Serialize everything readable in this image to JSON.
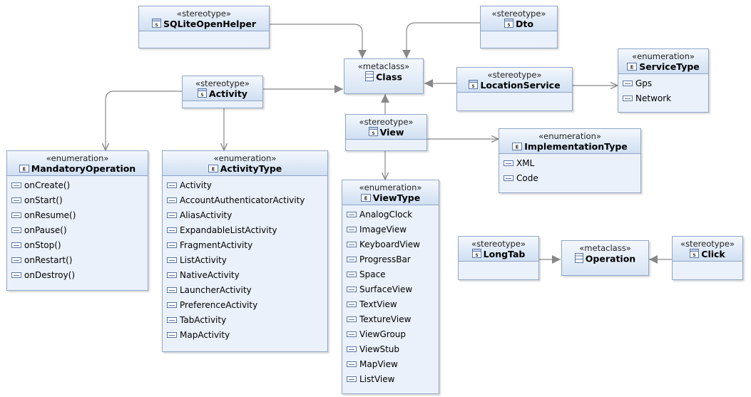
{
  "boxes": {
    "sqliteopenhelper": {
      "stereotype": "«stereotype»",
      "name": "SQLiteOpenHelper"
    },
    "dto": {
      "stereotype": "«stereotype»",
      "name": "Dto"
    },
    "class": {
      "stereotype": "«metaclass»",
      "name": "Class"
    },
    "locationservice": {
      "stereotype": "«stereotype»",
      "name": "LocationService"
    },
    "servicetype": {
      "stereotype": "«enumeration»",
      "name": "ServiceType",
      "literals": [
        "Gps",
        "Network"
      ]
    },
    "activity": {
      "stereotype": "«stereotype»",
      "name": "Activity"
    },
    "view": {
      "stereotype": "«stereotype»",
      "name": "View"
    },
    "implementationtype": {
      "stereotype": "«enumeration»",
      "name": "ImplementationType",
      "literals": [
        "XML",
        "Code"
      ]
    },
    "mandatoryoperation": {
      "stereotype": "«enumeration»",
      "name": "MandatoryOperation",
      "literals": [
        "onCreate()",
        "onStart()",
        "onResume()",
        "onPause()",
        "onStop()",
        "onRestart()",
        "onDestroy()"
      ]
    },
    "activitytype": {
      "stereotype": "«enumeration»",
      "name": "ActivityType",
      "literals": [
        "Activity",
        "AccountAuthenticatorActivity",
        "AliasActivity",
        "ExpandableListActivity",
        "FragmentActivity",
        "ListActivity",
        "NativeActivity",
        "LauncherActivity",
        "PreferenceActivity",
        "TabActivity",
        "MapActivity"
      ]
    },
    "viewtype": {
      "stereotype": "«enumeration»",
      "name": "ViewType",
      "literals": [
        "AnalogClock",
        "ImageView",
        "KeyboardView",
        "ProgressBar",
        "Space",
        "SurfaceView",
        "TextView",
        "TextureView",
        "ViewGroup",
        "ViewStub",
        "MapView",
        "ListView"
      ]
    },
    "longtab": {
      "stereotype": "«stereotype»",
      "name": "LongTab"
    },
    "operation": {
      "stereotype": "«metaclass»",
      "name": "Operation"
    },
    "click": {
      "stereotype": "«stereotype»",
      "name": "Click"
    }
  }
}
